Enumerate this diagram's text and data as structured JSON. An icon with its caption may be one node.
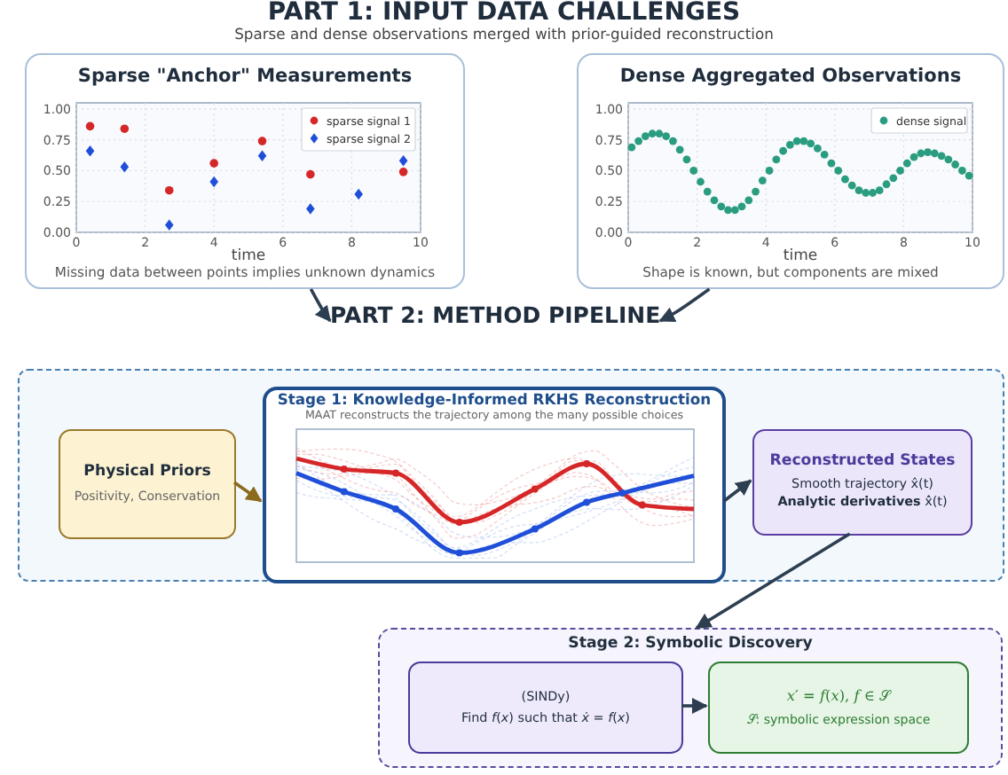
{
  "diagram": {
    "title": "PART 1: INPUT DATA CHALLENGES",
    "nodes": [
      {
        "text": [
          "Sparse \"Anchor\" Measurements",
          "Missing data between points implies unknown dynamics"
        ]
      },
      {
        "text": [
          "Dense Aggregated Observations",
          "Shape is known, but components are mixed"
        ]
      },
      {
        "text": [
          "PART 2: METHOD PIPELINE"
        ]
      },
      {
        "text": [],
        "shape": "box"
      },
      {
        "text": [
          "Physical Priors",
          "Positivity, Conservation"
        ],
        "in": 3
      },
      {
        "text": [
          "Stage 1: Knowledge-Informed RKHS Reconstruction",
          "MAAT reconstructs the trajectory among the many possible choices"
        ],
        "in": 3
      },
      {
        "text": [
          "Reconstructed States",
          "Smooth trajectory x̂(t)",
          "**Analytic derivatives** x̂̇(t)"
        ],
        "in": 3
      },
      {
        "text": [
          "Stage 2: Symbolic Discovery"
        ]
      },
      {
        "text": [
          "(SINDy)",
          "Find *f*(*x*) such that *ẋ* = *f*(*x*)"
        ],
        "in": 7
      },
      {
        "text": [
          "*x*′ = *f*(*x*),  *f* ∈ 𝒮",
          "𝒮: symbolic expression space"
        ],
        "in": 7
      }
    ],
    "edges": [
      {
        "from": 0,
        "to": 2,
        "arrow": "to"
      },
      {
        "from": 1,
        "to": 2,
        "arrow": "to"
      },
      {
        "from": 4,
        "to": 5,
        "arrow": "to",
        "color": "#8b6a1e"
      },
      {
        "from": 5,
        "to": 6,
        "arrow": "to"
      },
      {
        "from": 6,
        "to": 7,
        "arrow": "to"
      },
      {
        "from": 8,
        "to": 9,
        "arrow": "to"
      }
    ],
    "labels": [
      "Sparse and dense observations merged with prior-guided reconstruction"
    ],
    "chart_data": [
      {
        "type": "scatter",
        "xlabel": "time",
        "x": [
          0.4,
          1.4,
          2.7,
          4,
          5.4,
          6.8,
          8.2,
          9.5
        ],
        "series": [
          {
            "name": "sparse signal 1",
            "color": "#d62728",
            "values": [
              0.86,
              0.84,
              0.34,
              0.56,
              0.74,
              0.47,
              null,
              0.49
            ]
          },
          {
            "name": "sparse signal 2",
            "color": "#1f4fd8",
            "values": [
              0.66,
              0.53,
              0.06,
              0.41,
              0.62,
              0.19,
              0.31,
              0.58
            ]
          }
        ],
        "xlim": [
          0,
          10
        ],
        "ylim": [
          0,
          1.05
        ],
        "xticks": [
          0,
          2,
          4,
          6,
          8,
          10
        ],
        "grid": true,
        "legend": true,
        "yticks": [
          {
            "value": 0,
            "label": "0.00"
          },
          {
            "value": 0.25,
            "label": "0.25"
          },
          {
            "value": 0.5,
            "label": "0.50"
          },
          {
            "value": 0.75,
            "label": "0.75"
          },
          {
            "value": 1,
            "label": "1.00"
          }
        ]
      },
      {
        "type": "scatter",
        "xlabel": "time",
        "grid": true,
        "legend": true,
        "x": [
          0.1,
          0.3,
          0.5,
          0.7,
          0.9,
          1.1,
          1.3,
          1.5,
          1.7,
          1.9,
          2.1,
          2.3,
          2.5,
          2.7,
          2.9,
          3.1,
          3.3,
          3.5,
          3.7,
          3.9,
          4.1,
          4.3,
          4.5,
          4.7,
          4.9,
          5.1,
          5.3,
          5.5,
          5.7,
          5.9,
          6.1,
          6.3,
          6.5,
          6.7,
          6.9,
          7.1,
          7.3,
          7.5,
          7.7,
          7.9,
          8.1,
          8.3,
          8.5,
          8.7,
          8.9,
          9.1,
          9.3,
          9.5,
          9.7,
          9.9
        ],
        "series": [
          {
            "name": "dense signal",
            "color": "#2a9d80",
            "values": [
              0.69,
              0.74,
              0.78,
              0.8,
              0.8,
              0.78,
              0.74,
              0.67,
              0.59,
              0.5,
              0.41,
              0.33,
              0.26,
              0.21,
              0.18,
              0.18,
              0.21,
              0.26,
              0.33,
              0.42,
              0.5,
              0.59,
              0.66,
              0.71,
              0.74,
              0.74,
              0.72,
              0.68,
              0.63,
              0.56,
              0.5,
              0.43,
              0.38,
              0.34,
              0.32,
              0.32,
              0.34,
              0.39,
              0.44,
              0.5,
              0.56,
              0.61,
              0.64,
              0.65,
              0.64,
              0.62,
              0.59,
              0.55,
              0.5,
              0.46
            ]
          }
        ],
        "xlim": [
          0,
          10
        ],
        "ylim": [
          0,
          1.05
        ],
        "xticks": [
          0,
          2,
          4,
          6,
          8,
          10
        ],
        "yticks": [
          {
            "value": 0,
            "label": "0.00"
          },
          {
            "value": 0.25,
            "label": "0.25"
          },
          {
            "value": 0.5,
            "label": "0.50"
          },
          {
            "value": 0.75,
            "label": "0.75"
          },
          {
            "value": 1,
            "label": "1.00"
          }
        ]
      }
    ]
  }
}
